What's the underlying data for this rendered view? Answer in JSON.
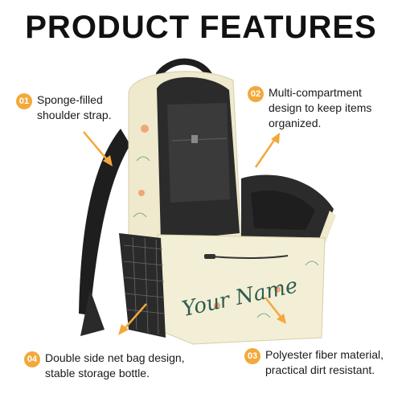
{
  "title": "PRODUCT  FEATURES",
  "features": [
    {
      "num": "01",
      "lines": [
        "Sponge-filled",
        "shoulder strap."
      ]
    },
    {
      "num": "02",
      "lines": [
        "Multi-compartment",
        "design to keep items",
        "organized."
      ]
    },
    {
      "num": "03",
      "lines": [
        "Polyester fiber material,",
        "practical dirt resistant."
      ]
    },
    {
      "num": "04",
      "lines": [
        "Double side net bag design,",
        "stable storage bottle."
      ]
    }
  ],
  "product": {
    "print_text": "Your Name",
    "colors": {
      "fabric": "#f3efd6",
      "lining": "#2b2b2b",
      "accent": "#f2a93b"
    }
  }
}
